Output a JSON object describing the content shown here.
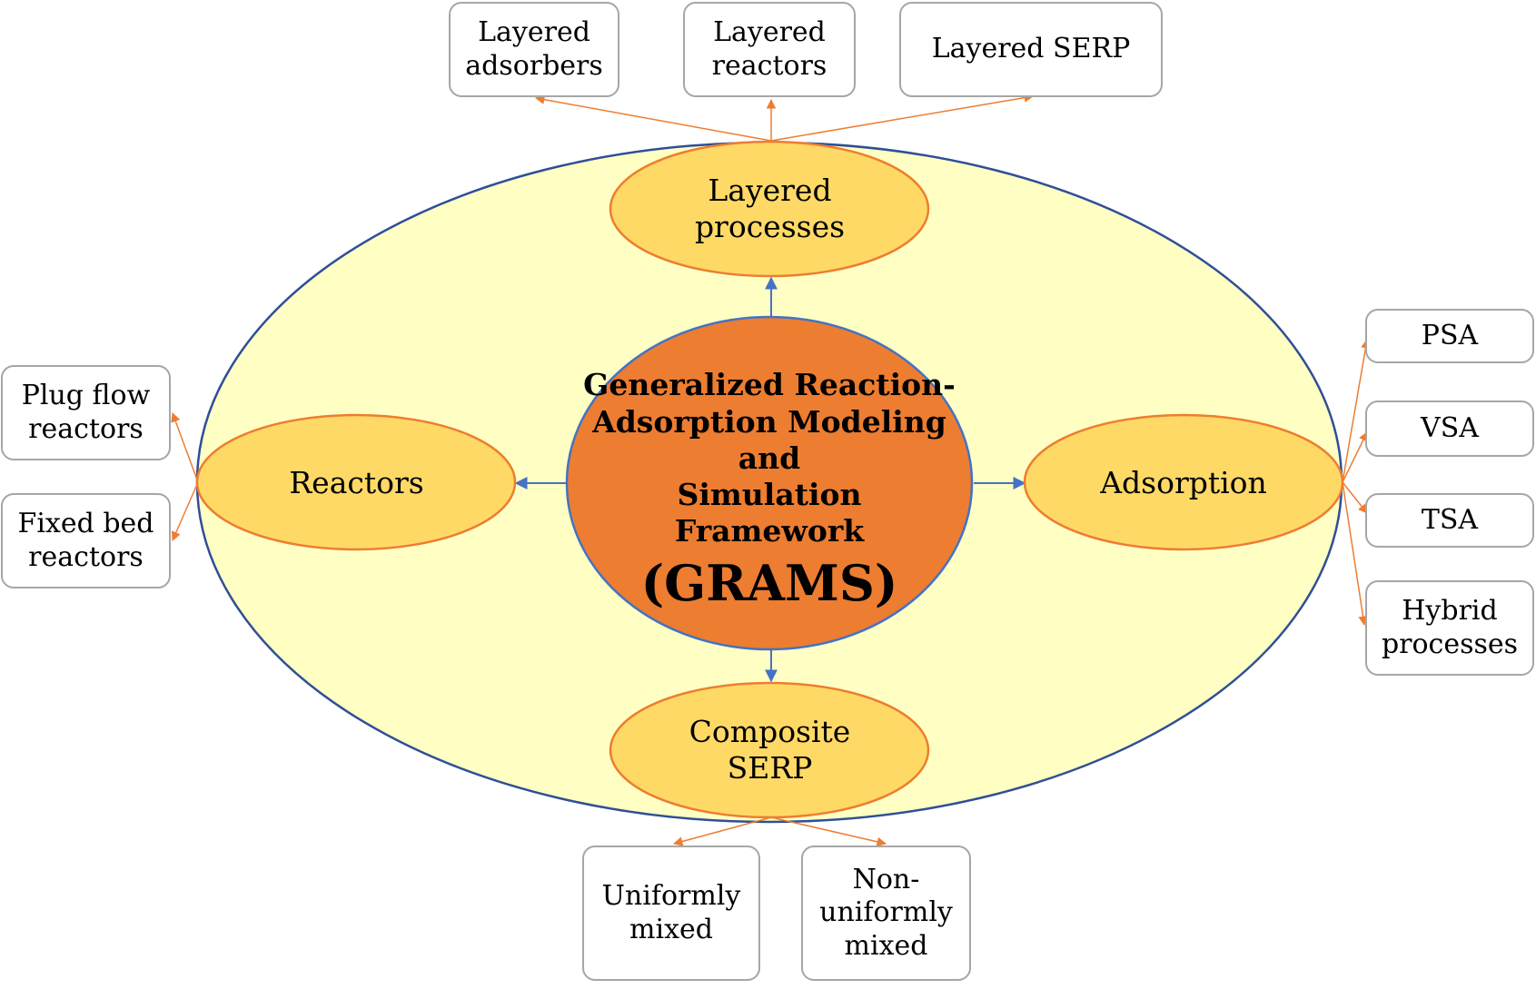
{
  "colors": {
    "outer_fill": "#ffffc4",
    "outer_stroke": "#2f4f96",
    "node_fill": "#ffd966",
    "node_stroke": "#ed7d31",
    "core_fill": "#ed7d31",
    "core_stroke": "#4472c4",
    "arrow_blue": "#4472c4",
    "arrow_orange": "#ed7d31",
    "box_border": "#a6a6a6"
  },
  "core": {
    "title": "Generalized Reaction-\nAdsorption Modeling and\nSimulation Framework",
    "acronym": "(GRAMS)"
  },
  "nodes": {
    "layered_processes": "Layered\nprocesses",
    "reactors": "Reactors",
    "adsorption": "Adsorption",
    "composite_serp": "Composite\nSERP"
  },
  "boxes": {
    "layered_adsorbers": "Layered\nadsorbers",
    "layered_reactors": "Layered\nreactors",
    "layered_serp": "Layered SERP",
    "plug_flow_reactors": "Plug flow\nreactors",
    "fixed_bed_reactors": "Fixed bed\nreactors",
    "psa": "PSA",
    "vsa": "VSA",
    "tsa": "TSA",
    "hybrid_processes": "Hybrid\nprocesses",
    "uniformly_mixed": "Uniformly\nmixed",
    "non_uniformly_mixed": "Non-\nuniformly\nmixed"
  }
}
